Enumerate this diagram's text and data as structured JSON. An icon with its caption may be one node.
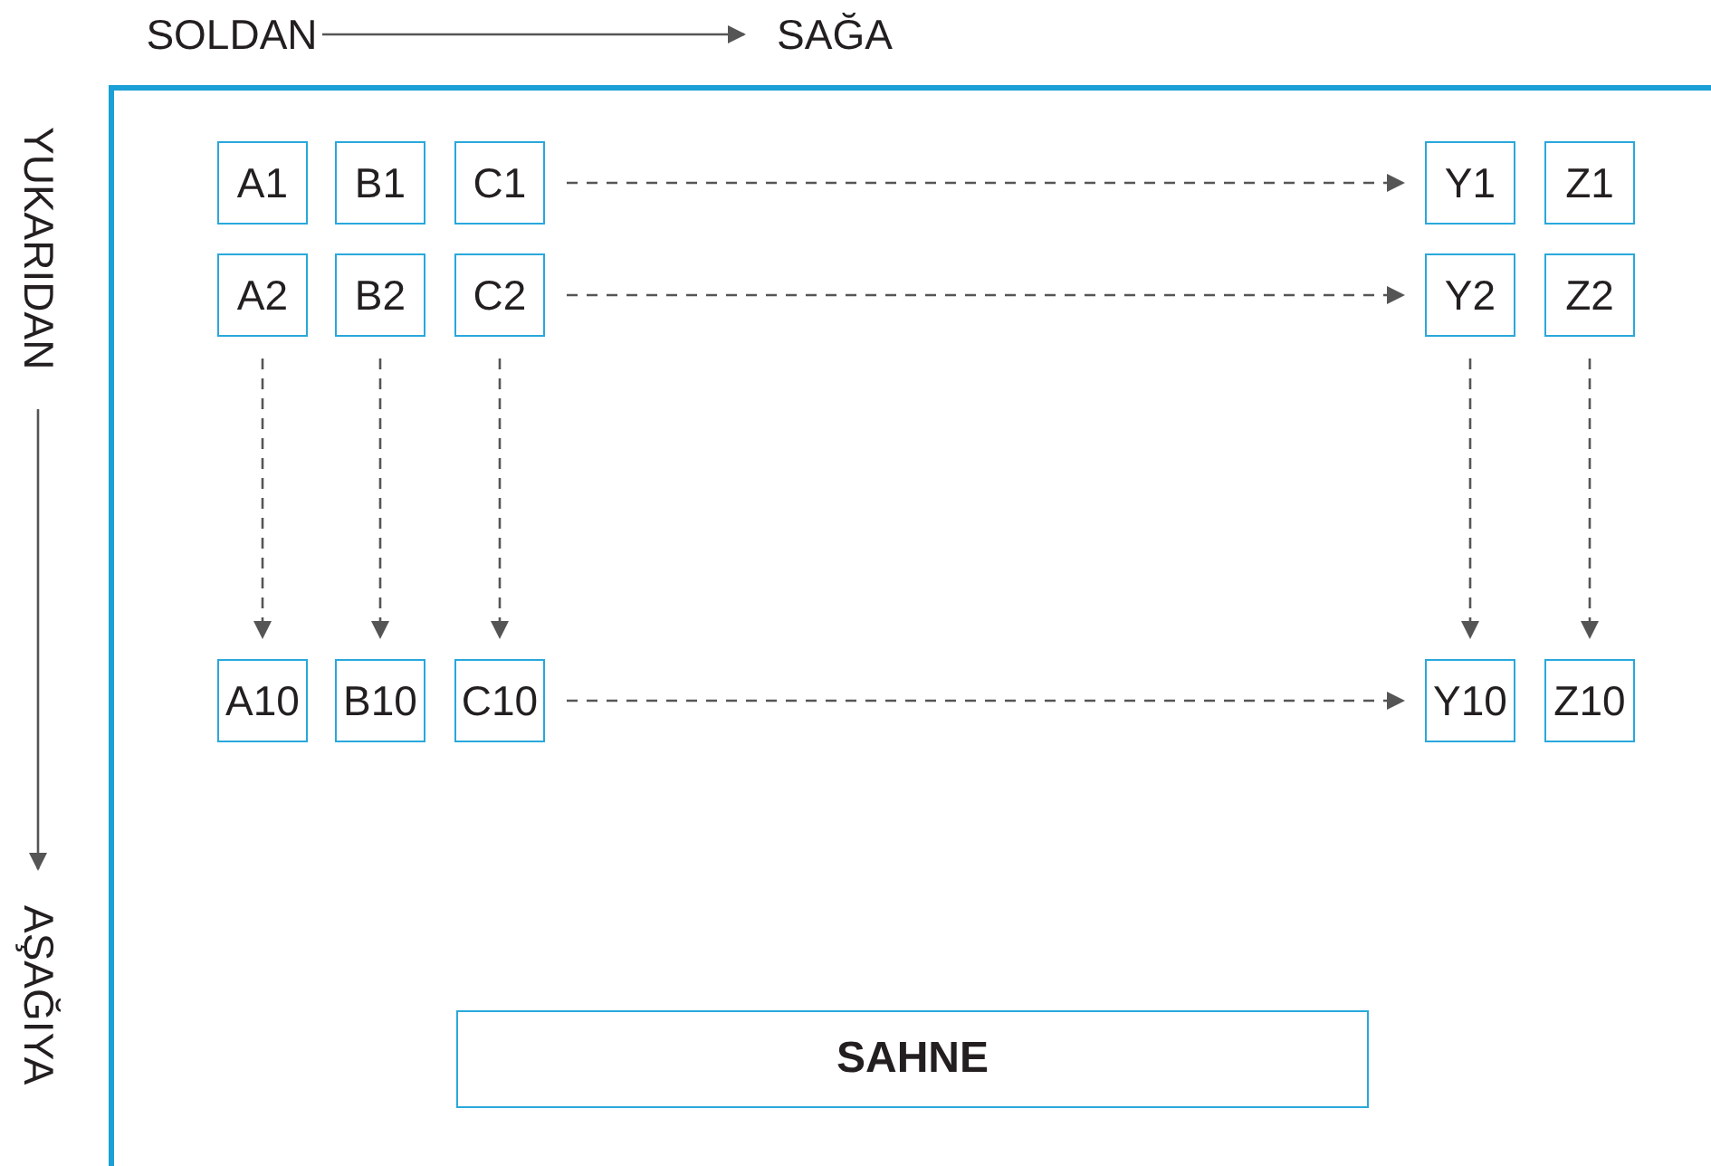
{
  "diagram": {
    "nodes": [
      {
        "text": [
          "SOLDAN"
        ]
      },
      {
        "text": [
          "SAĞA"
        ]
      },
      {
        "text": [
          "YUKARIDAN"
        ]
      },
      {
        "text": [
          "AŞAĞIYA"
        ]
      },
      {
        "text": [
          "A1"
        ]
      },
      {
        "text": [
          "B1"
        ]
      },
      {
        "text": [
          "C1"
        ]
      },
      {
        "text": [
          "Y1"
        ]
      },
      {
        "text": [
          "Z1"
        ]
      },
      {
        "text": [
          "A2"
        ]
      },
      {
        "text": [
          "B2"
        ]
      },
      {
        "text": [
          "C2"
        ]
      },
      {
        "text": [
          "Y2"
        ]
      },
      {
        "text": [
          "Z2"
        ]
      },
      {
        "text": [
          "A10"
        ]
      },
      {
        "text": [
          "B10"
        ]
      },
      {
        "text": [
          "C10"
        ]
      },
      {
        "text": [
          "Y10"
        ]
      },
      {
        "text": [
          "Z10"
        ]
      },
      {
        "text": [
          "SAHNE"
        ]
      }
    ],
    "edges": [
      {
        "from": 0,
        "to": 1,
        "arrow": "to"
      },
      {
        "from": 2,
        "to": 3,
        "arrow": "to"
      },
      {
        "from": 6,
        "to": 7,
        "arrow": "to",
        "style": "dashed"
      },
      {
        "from": 11,
        "to": 12,
        "arrow": "to",
        "style": "dashed"
      },
      {
        "from": 16,
        "to": 17,
        "arrow": "to",
        "style": "dashed"
      },
      {
        "from": 9,
        "to": 14,
        "arrow": "to",
        "style": "dashed"
      },
      {
        "from": 10,
        "to": 15,
        "arrow": "to",
        "style": "dashed"
      },
      {
        "from": 11,
        "to": 16,
        "arrow": "to",
        "style": "dashed"
      },
      {
        "from": 12,
        "to": 17,
        "arrow": "to",
        "style": "dashed"
      },
      {
        "from": 13,
        "to": 18,
        "arrow": "to",
        "style": "dashed"
      }
    ]
  }
}
